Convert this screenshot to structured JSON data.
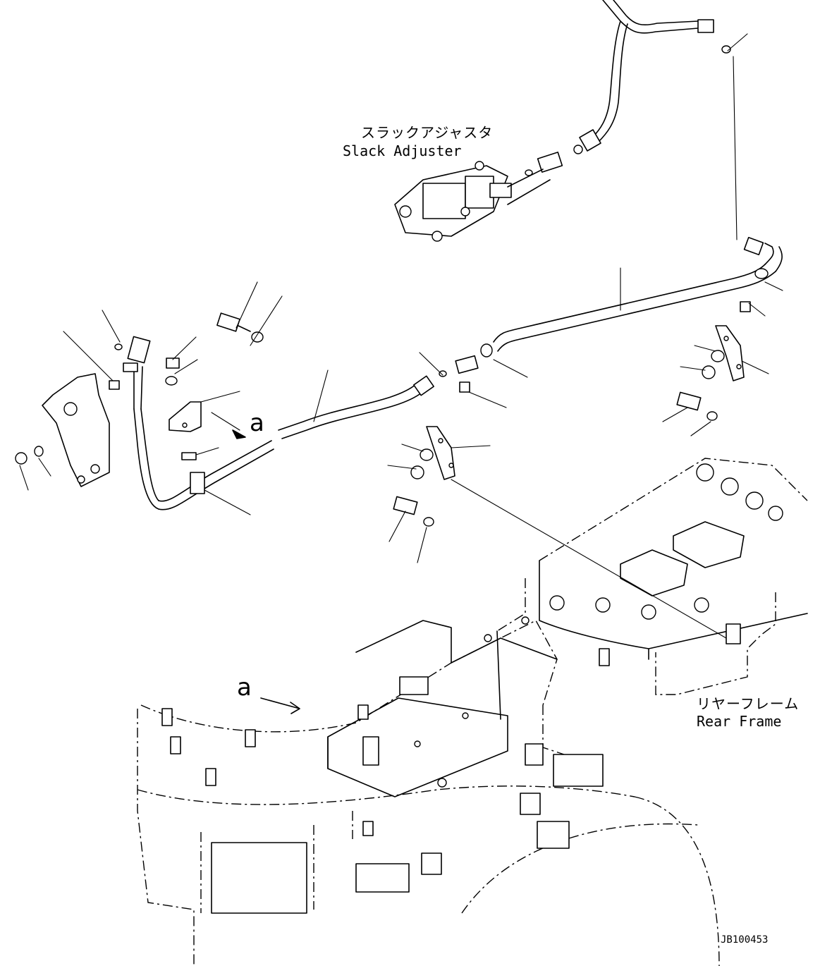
{
  "labels": {
    "slack_adjuster_jp": "スラックアジャスタ",
    "slack_adjuster_en": "Slack Adjuster",
    "rear_frame_jp": "リヤーフレーム",
    "rear_frame_en": "Rear Frame",
    "view_ref_1": "a",
    "view_ref_2": "a",
    "drawing_code": "JB100453"
  }
}
